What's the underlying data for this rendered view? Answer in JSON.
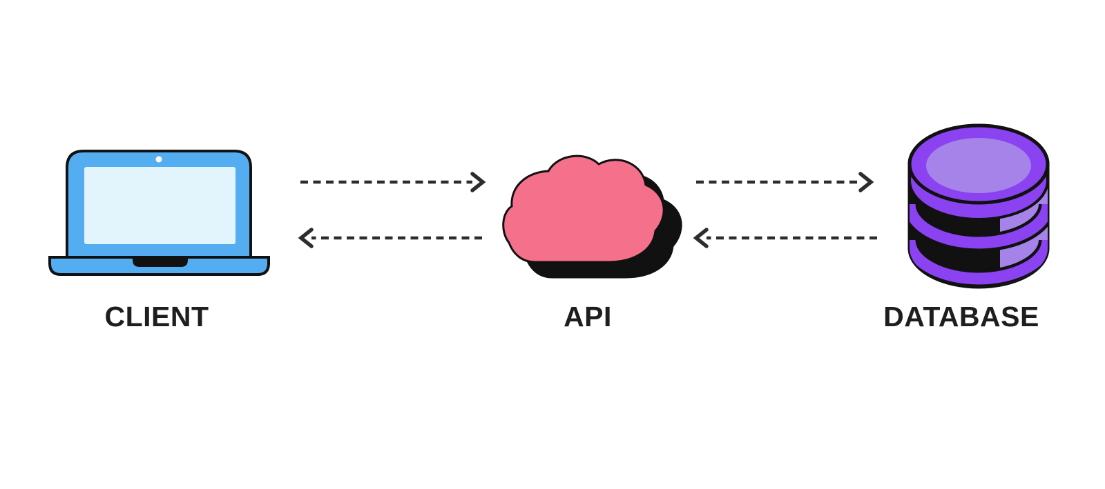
{
  "diagram": {
    "type": "flow-diagram",
    "background": "#ffffff",
    "nodes": [
      {
        "id": "client",
        "label": "CLIENT",
        "icon": "laptop-icon",
        "color": "#55ADF1"
      },
      {
        "id": "api",
        "label": "API",
        "icon": "cloud-icon",
        "color": "#F5708A"
      },
      {
        "id": "database",
        "label": "DATABASE",
        "icon": "database-icon",
        "color": "#8B42F0"
      }
    ],
    "edges": [
      {
        "from": "client",
        "to": "api",
        "style": "dashed",
        "direction": "right"
      },
      {
        "from": "api",
        "to": "client",
        "style": "dashed",
        "direction": "left"
      },
      {
        "from": "api",
        "to": "database",
        "style": "dashed",
        "direction": "right"
      },
      {
        "from": "database",
        "to": "api",
        "style": "dashed",
        "direction": "left"
      }
    ],
    "colors": {
      "laptop_body": "#55ADF1",
      "laptop_screen": "#E3F5FC",
      "cloud_pink": "#F5708A",
      "db_purple": "#8B42F0",
      "db_light_purple": "#A683E9",
      "outline_black": "#111111",
      "arrow_gray": "#2D2D2D",
      "label_text": "#1E1E1E"
    }
  }
}
